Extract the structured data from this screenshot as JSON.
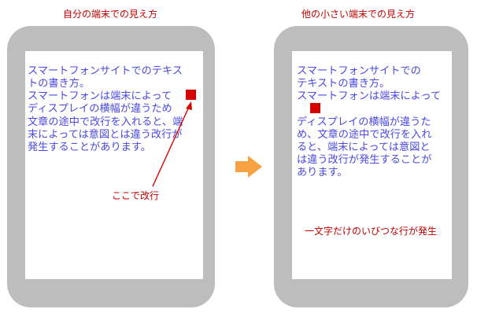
{
  "left_panel": {
    "caption": "自分の端末での見え方",
    "lines": [
      "スマートフォンサイトでのテキス",
      "トの書き方。",
      "スマートフォンは端末によって",
      "ディスプレイの横幅が違うため",
      "文章の途中で改行を入れると、端",
      "末によっては意図とは違う改行が",
      "発生することがあります。"
    ],
    "annotation": "ここで改行"
  },
  "right_panel": {
    "caption": "他の小さい端末での見え方",
    "lines": [
      "スマートフォンサイトでの",
      "テキストの書き方。",
      "スマートフォンは端末によって",
      "",
      "ディスプレイの横幅が違うた",
      "め、文章の途中で改行を入れ",
      "ると、端末によっては意図と",
      "は違う改行が発生することが",
      "あります。"
    ],
    "annotation": "一文字だけのいびつな行が発生"
  },
  "colors": {
    "caption_red": "#c00000",
    "text_blue": "#4a4ae0",
    "marker_red": "#d40000",
    "phone_gray": "#bdbdbd",
    "arrow_orange": "#f7a142"
  }
}
